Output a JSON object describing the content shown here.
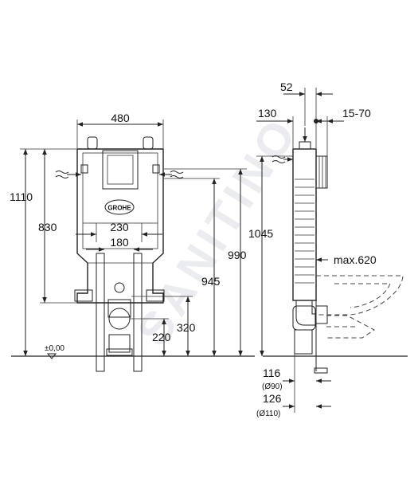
{
  "watermark": "SANITINO",
  "front_view": {
    "logo": "GROHE",
    "dims": {
      "width_480": "480",
      "height_1110": "1110",
      "height_830": "830",
      "spacing_230": "230",
      "spacing_180": "180",
      "height_990": "990",
      "height_945": "945",
      "height_320": "320",
      "height_220": "220",
      "floor_level": "±0,00"
    }
  },
  "side_view": {
    "dims": {
      "width_52": "52",
      "offset_130": "130",
      "range_15_70": "15-70",
      "height_1045": "1045",
      "max_620": "max.620",
      "depth_116": "116",
      "diameter_90": "(Ø90)",
      "depth_126": "126",
      "diameter_110": "(Ø110)"
    }
  }
}
